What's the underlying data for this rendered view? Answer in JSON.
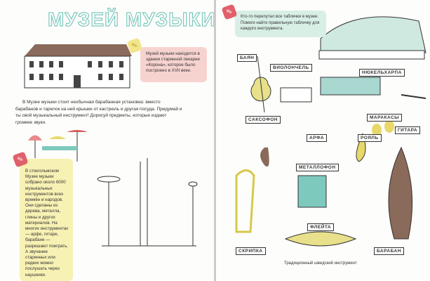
{
  "left_page": {
    "title": "МУЗЕЙ МУЗЫКИ",
    "note_pink": "Музей музыки находится в здании старинной пекарни «Корона», которое было построено в XVII веке.",
    "paragraph": "В Музее музыки стоит необычная барабанная установка: вместо барабанов и тарелок на ней крышки от кастрюль и другая посуда. Придумай и ты свой музыкальный инструмент! Дорисуй предметы, которые издают громкие звуки.",
    "note_yellow": "В стокгольмском Музее музыки собрано около 6000 музыкальных инструментов всех времён и народов. Они сделаны из дерева, металла, глины и других материалов. На многих инструментах — арфе, гитаре, барабане — разрешают поиграть. А звучание старинных или редких можно послушать через наушники."
  },
  "right_page": {
    "note_green": "Кто-то перепутал все таблички в музее. Помоги найти правильную табличку для каждого инструмента.",
    "labels": [
      "БАЯН",
      "ВИОЛОНЧЕЛЬ",
      "НЮКЕЛЬХАРПА",
      "САКСОФОН",
      "МАРАКАСЫ",
      "АРФА",
      "РОЯЛЬ",
      "ГИТАРА",
      "МЕТАЛЛОФОН",
      "ФЛЕЙТА",
      "СКРИПКА",
      "БАРАБАН"
    ],
    "caption": "Традиционный шведский инструмент"
  },
  "colors": {
    "teal": "#7ec9be",
    "pink": "#f7d3d0",
    "yellow": "#f7f1b4",
    "green": "#d8efe6",
    "accent_red": "#e0606a"
  }
}
